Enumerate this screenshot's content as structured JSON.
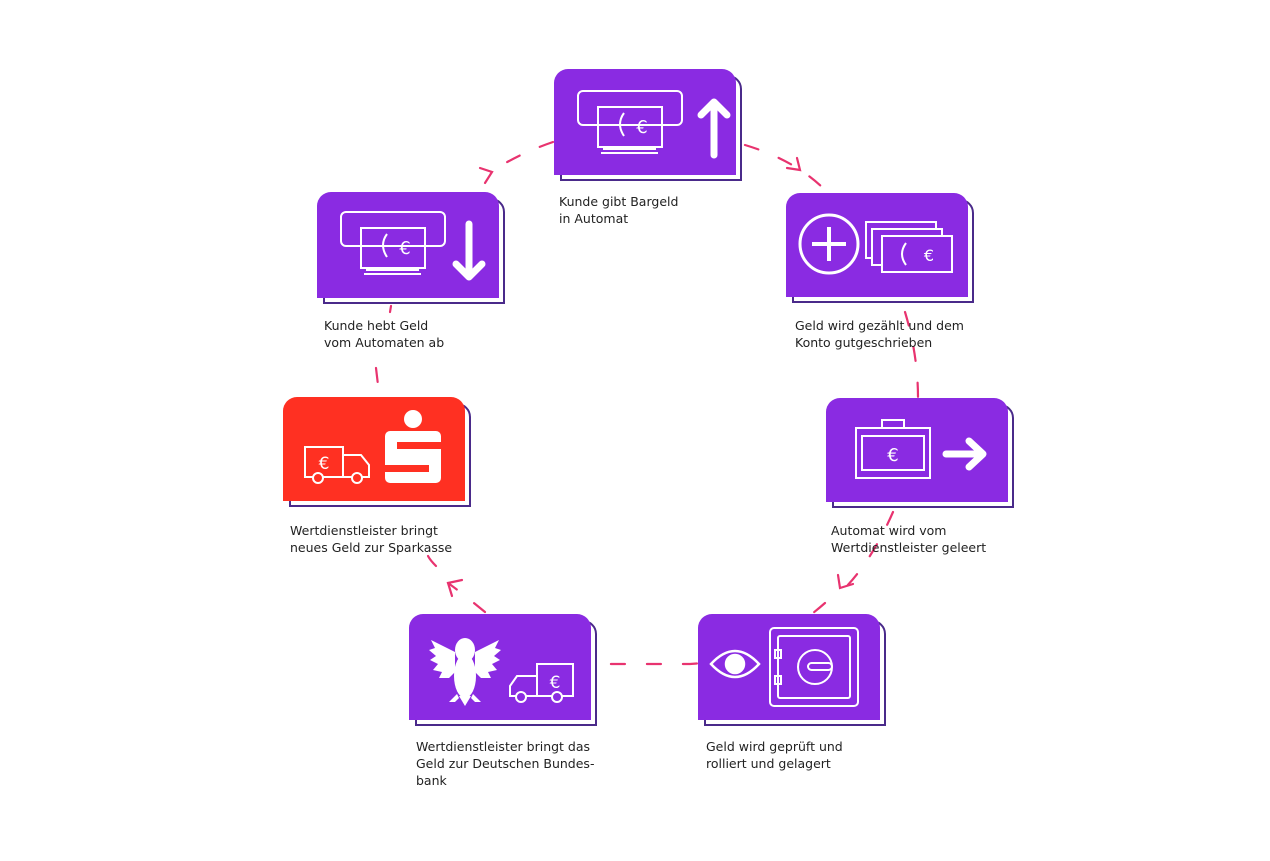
{
  "colors": {
    "card_purple": "#8a2be2",
    "card_red": "#ff3022",
    "shadow_outline": "#4a2a8a",
    "arrow_pink": "#e8336f",
    "icon_white": "#ffffff"
  },
  "steps": [
    {
      "id": "deposit",
      "label": "Kunde gibt Bargeld\nin Automat",
      "card_color": "purple",
      "icons": [
        "atm-cash-icon",
        "arrow-up-icon"
      ],
      "currency_symbol": "€"
    },
    {
      "id": "credit",
      "label": "Geld wird gezählt und dem\nKonto gutgeschrieben",
      "card_color": "purple",
      "icons": [
        "plus-circle-icon",
        "banknotes-icon"
      ],
      "currency_symbol": "€"
    },
    {
      "id": "emptied",
      "label": "Automat wird vom\nWertdienstleister geleert",
      "card_color": "purple",
      "icons": [
        "money-case-icon",
        "arrow-right-icon"
      ],
      "currency_symbol": "€"
    },
    {
      "id": "vault",
      "label": "Geld wird geprüft und\nrolliert und gelagert",
      "card_color": "purple",
      "icons": [
        "eye-icon",
        "safe-icon"
      ]
    },
    {
      "id": "bundesbank",
      "label": "Wertdienstleister bringt das\nGeld zur Deutschen Bundes-\nbank",
      "card_color": "purple",
      "icons": [
        "federal-eagle-icon",
        "truck-icon"
      ],
      "currency_symbol": "€"
    },
    {
      "id": "sparkasse",
      "label": "Wertdienstleister bringt\nneues Geld zur Sparkasse",
      "card_color": "red",
      "icons": [
        "truck-icon",
        "sparkasse-logo-icon"
      ],
      "currency_symbol": "€"
    },
    {
      "id": "withdraw",
      "label": "Kunde hebt Geld\nvom Automaten ab",
      "card_color": "purple",
      "icons": [
        "atm-cash-icon",
        "arrow-down-icon"
      ],
      "currency_symbol": "€"
    }
  ]
}
